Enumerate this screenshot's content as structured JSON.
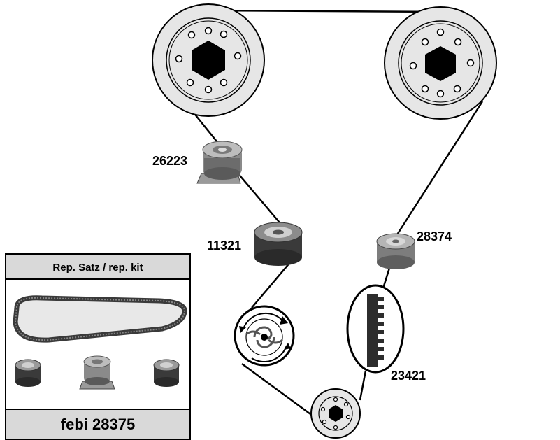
{
  "labels": {
    "tensioner": "26223",
    "idler_left": "11321",
    "idler_right": "28374",
    "belt": "23421"
  },
  "kit": {
    "title": "Rep. Satz / rep. kit",
    "footer": "febi 28375"
  },
  "colors": {
    "pulley_fill": "#e6e6e6",
    "kit_band": "#d9d9d9",
    "line": "#000000"
  }
}
